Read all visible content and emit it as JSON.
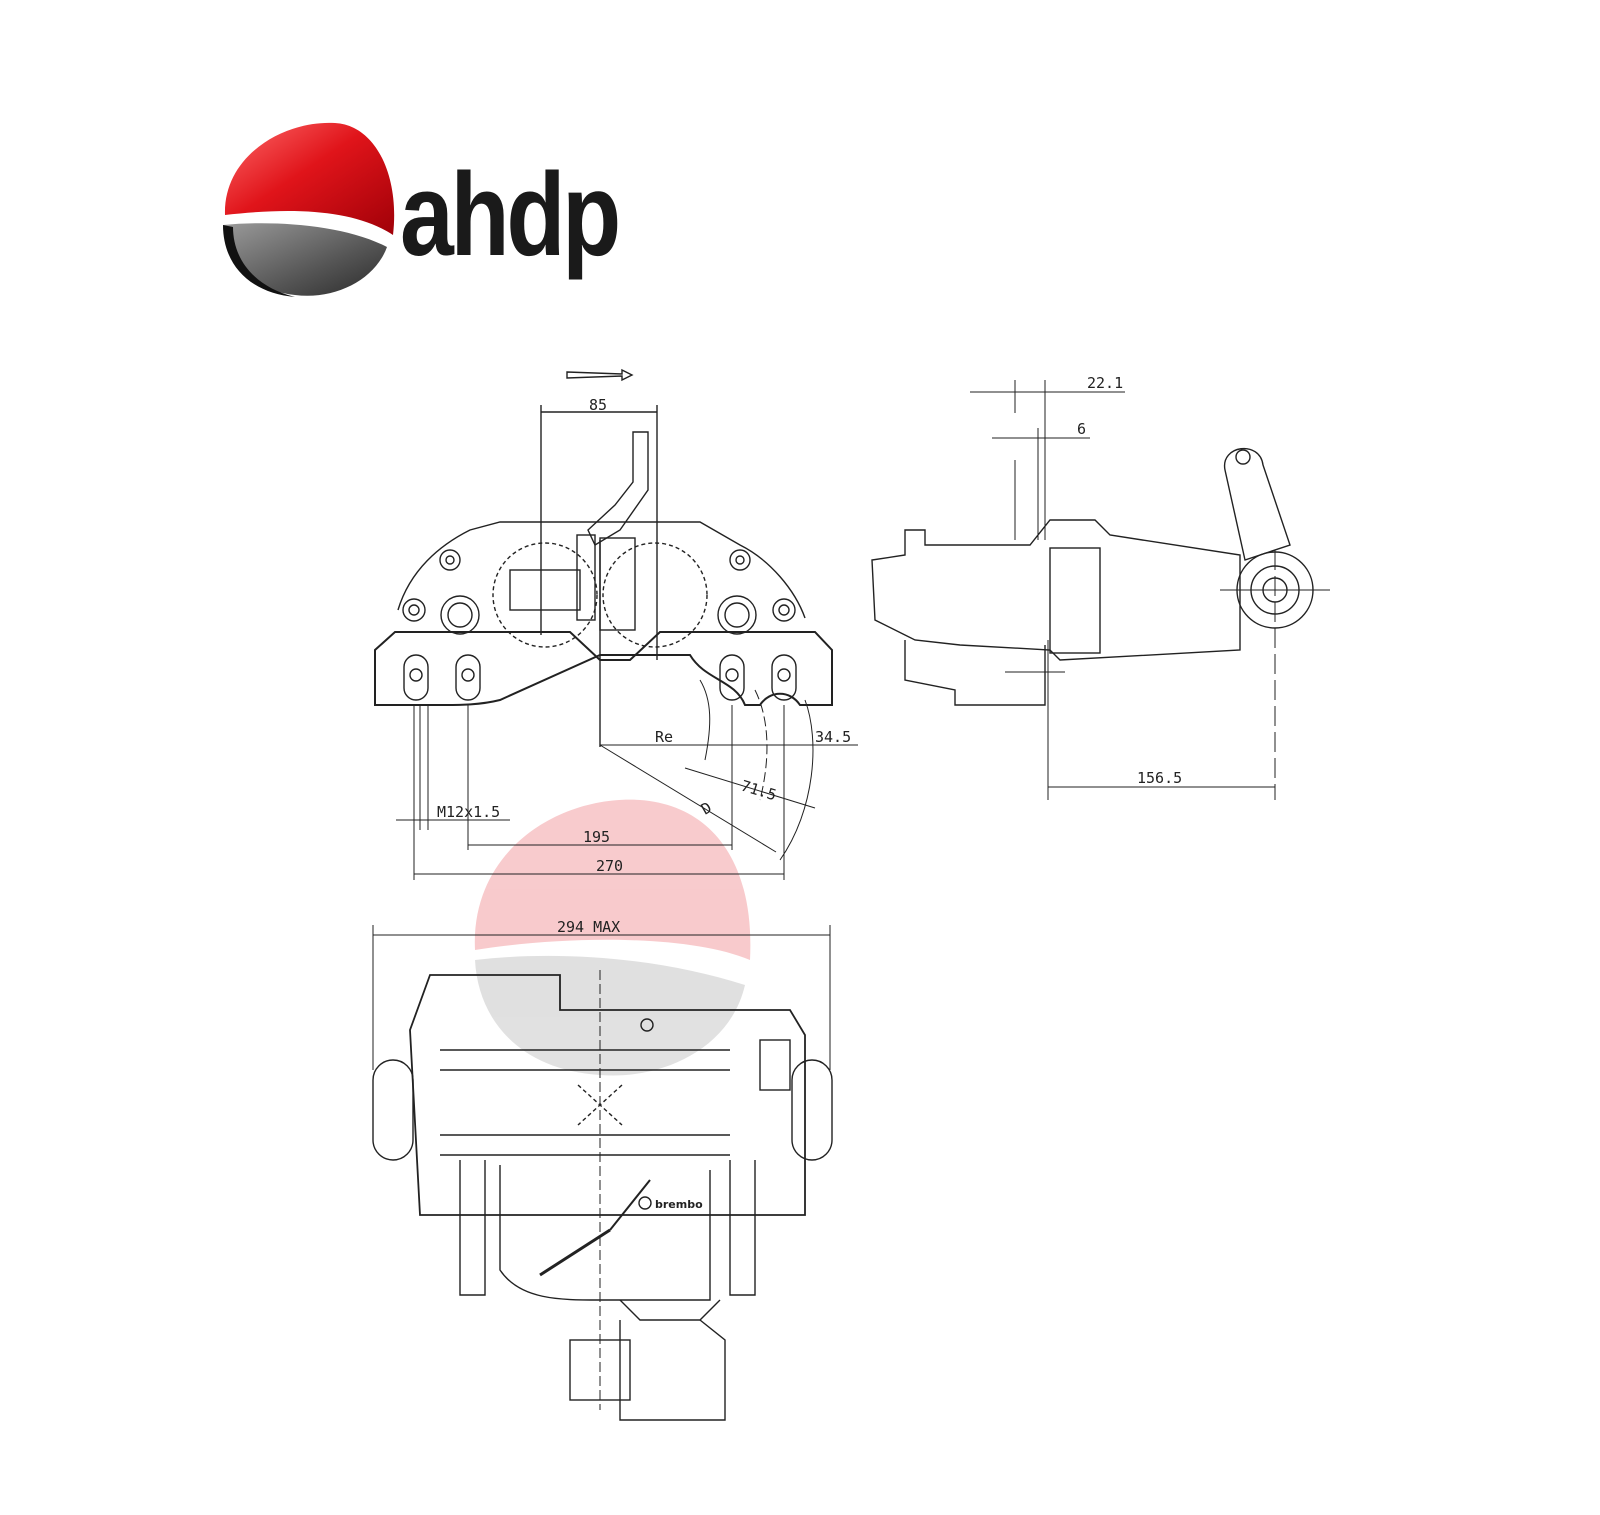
{
  "logo": {
    "text": "ahdp",
    "colors": {
      "red": "#e0141a",
      "dark": "#1a1a1a",
      "grey": "#5a5a5a"
    }
  },
  "drawing": {
    "brand_mark": "brembo",
    "front_view": {
      "rotation_arrow": "arrow-right-icon",
      "dimensions": {
        "top_width": "85",
        "radius_label": "Re",
        "offset_right": "34.5",
        "pad_height": "71.5",
        "diameter_label": "D",
        "thread": "M12x1.5",
        "inner_bolt_spacing": "195",
        "outer_bolt_spacing": "270"
      }
    },
    "side_view": {
      "dimensions": {
        "top_offset": "22.1",
        "small_offset": "6",
        "lever_distance": "156.5"
      }
    },
    "section_view": {
      "dimensions": {
        "overall_width": "294 MAX"
      }
    }
  }
}
